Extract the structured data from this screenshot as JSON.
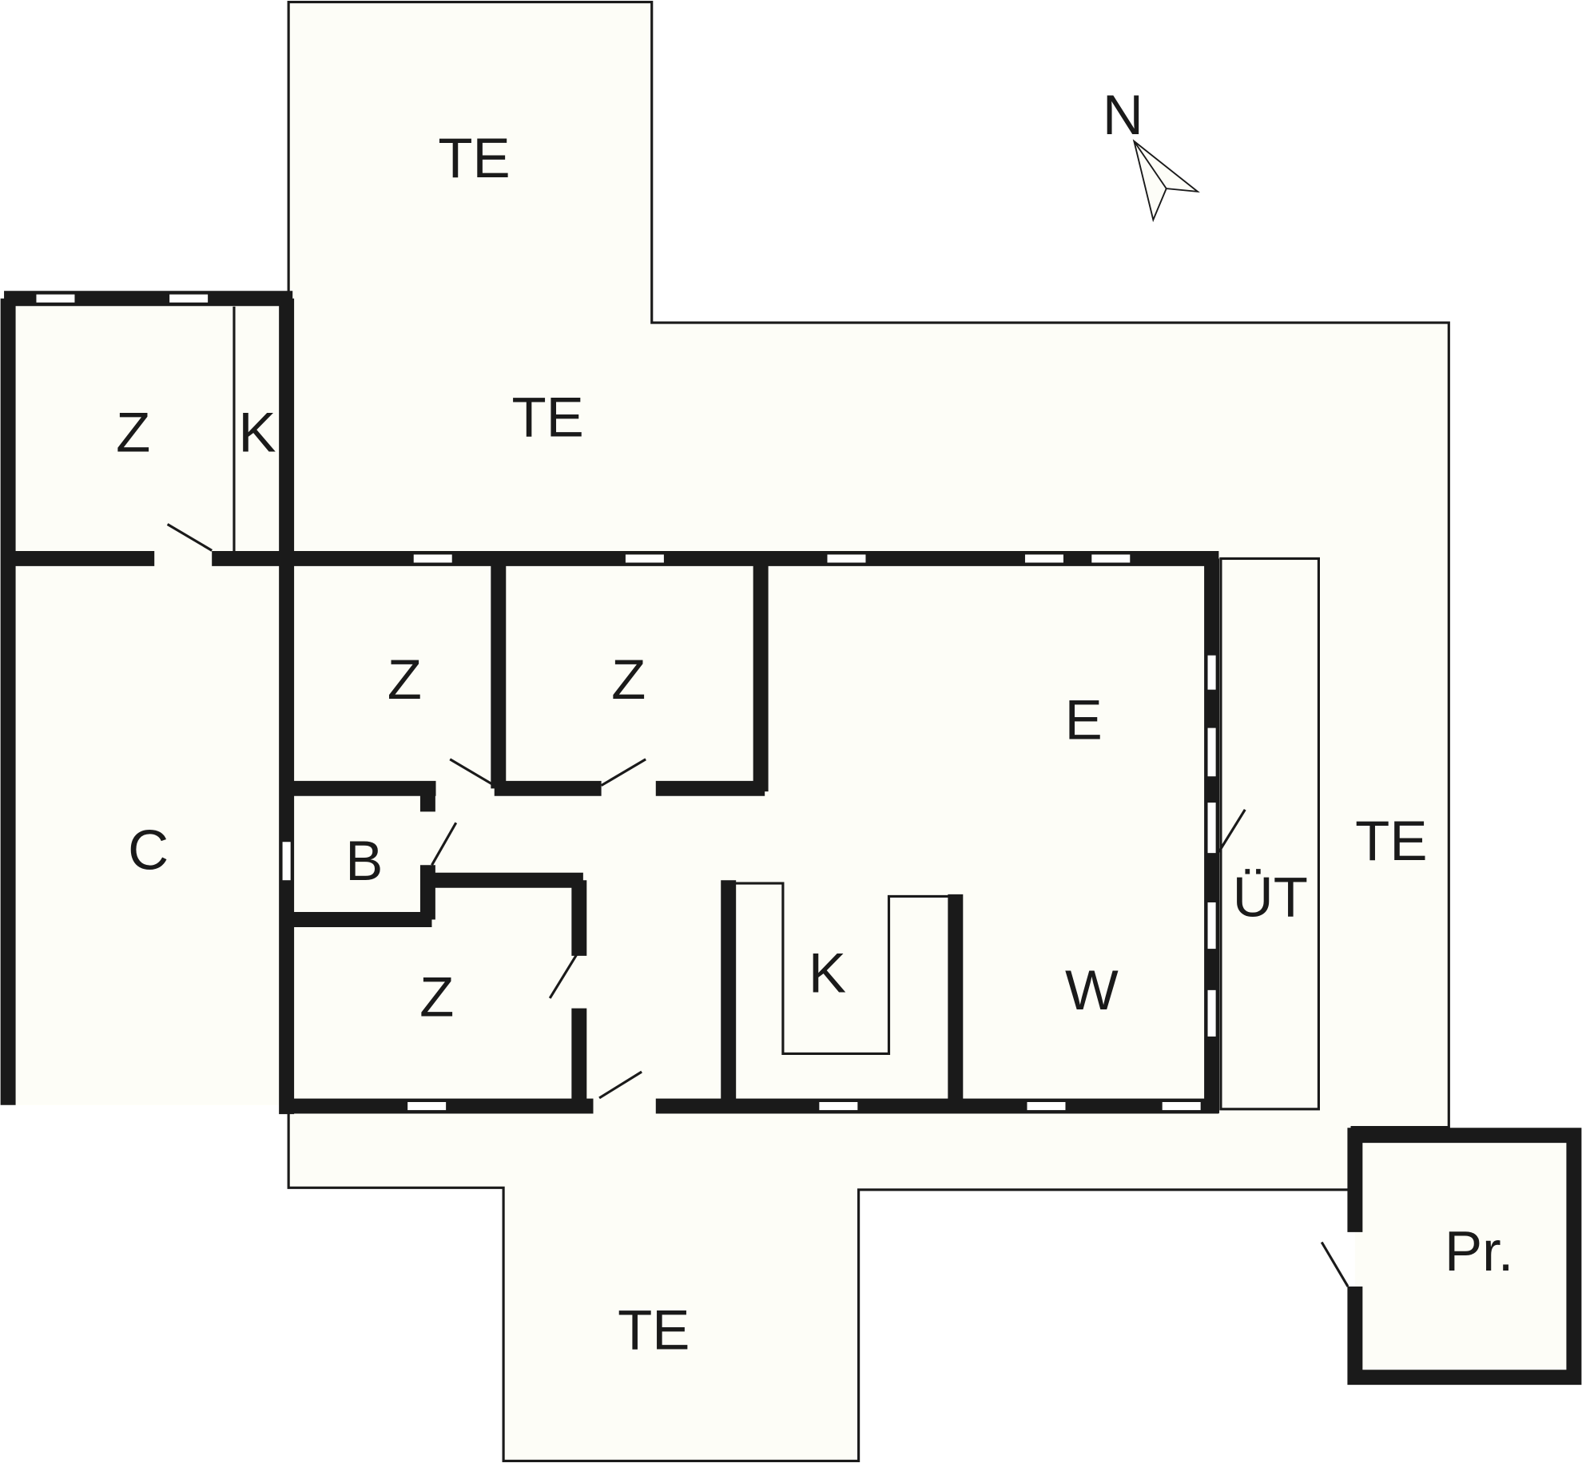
{
  "title": "Floor plan",
  "compass": {
    "label": "N"
  },
  "rooms": {
    "terrace_top": "TE",
    "terrace_mid": "TE",
    "terrace_right": "TE",
    "terrace_bottom": "TE",
    "bedroom_annex": "Z",
    "kitchen_annex": "K",
    "carport": "C",
    "bedroom_1": "Z",
    "bedroom_2": "Z",
    "bedroom_3": "Z",
    "bathroom": "B",
    "living": "E",
    "kitchen": "K",
    "dining": "W",
    "utility": "ÜT",
    "shed": "Pr."
  },
  "colors": {
    "fill": "#fdfdf7",
    "wall": "#1a1a1a"
  }
}
